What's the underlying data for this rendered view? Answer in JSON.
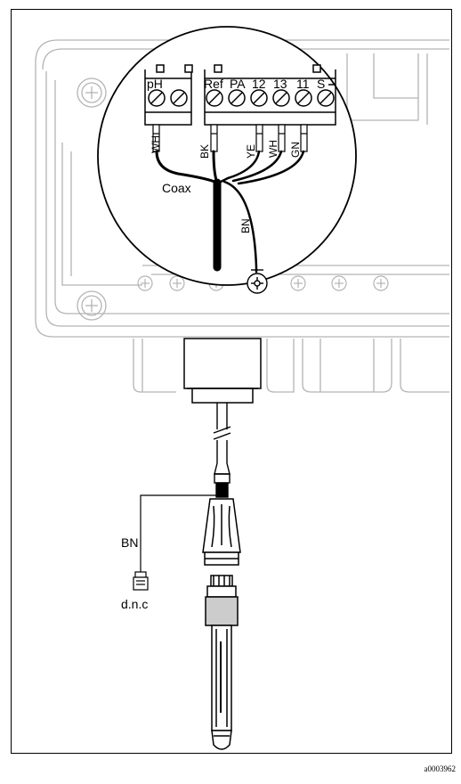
{
  "terminal_labels": {
    "ph": "pH",
    "ref": "Ref",
    "pa": "PA",
    "t12": "12",
    "t13": "13",
    "t11": "11",
    "s": "S"
  },
  "wire_labels": {
    "wh_ph": "WH",
    "bk": "BK",
    "ye": "YE",
    "wh": "WH",
    "gn": "GN",
    "bn_inner": "BN"
  },
  "cable_label": "Coax",
  "sensor_labels": {
    "bn": "BN",
    "dnc": "d.n.c"
  },
  "reference_code": "a0003962",
  "colors": {
    "housing_line": "#b4b4b4",
    "ink": "#000000",
    "sensor_body": "#cccccc"
  }
}
